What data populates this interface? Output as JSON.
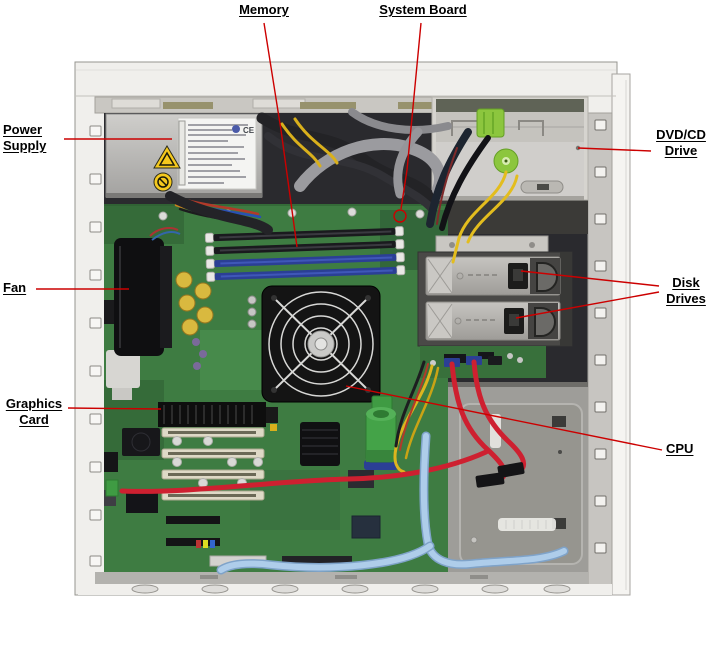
{
  "figure": {
    "kind": "annotated hardware photo",
    "subject": "tower computer internal components, side cover removed",
    "components_shown": [
      "power supply unit",
      "top cable bundle",
      "DVD/CD drive bay with green latch",
      "four memory DIMM slots (two black, two blue)",
      "CPU fan with round grille",
      "case fan",
      "disk drive cage with two trays",
      "graphics card heatsink",
      "PCI slots",
      "red SATA cables",
      "blue data cable",
      "green standoff",
      "gray case floor"
    ]
  },
  "callouts": [
    {
      "id": "memory",
      "label": "Memory",
      "side": "top"
    },
    {
      "id": "system-board",
      "label": "System Board",
      "side": "top"
    },
    {
      "id": "power-supply",
      "label": "Power Supply",
      "side": "left"
    },
    {
      "id": "dvd-cd-drive",
      "label": "DVD/CD Drive",
      "side": "right"
    },
    {
      "id": "fan",
      "label": "Fan",
      "side": "left"
    },
    {
      "id": "disk-drives",
      "label": "Disk Drives",
      "side": "right"
    },
    {
      "id": "graphics-card",
      "label": "Graphics Card",
      "side": "left"
    },
    {
      "id": "cpu",
      "label": "CPU",
      "side": "right"
    }
  ],
  "psu": {
    "ce_mark": "CE"
  },
  "colors": {
    "page_background": "#ffffff",
    "callout_line": "#cc0000",
    "label_text": "#000000",
    "case_shell": "#f0efec",
    "interior_dark": "#2a2a2e",
    "motherboard_green": "#3e7c42",
    "dimm_black": "#1a1a1e",
    "dimm_blue": "#2b3f95",
    "latch_green": "#8cc63e",
    "sata_red": "#ce2030",
    "data_cable_blue": "#aecdea",
    "warning_yellow": "#f5c91e"
  }
}
